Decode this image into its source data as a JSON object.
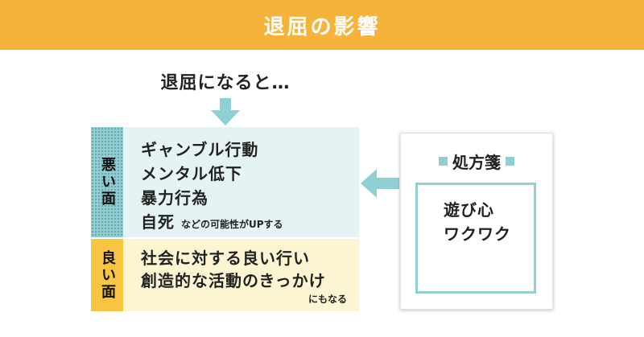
{
  "header": {
    "title": "退屈の影響"
  },
  "intro": {
    "text": "退屈になると…"
  },
  "bad": {
    "label": "悪い面",
    "items": [
      "ギャンブル行動",
      "メンタル低下",
      "暴力行為",
      "自死"
    ],
    "note": "などの可能性がUPする"
  },
  "good": {
    "label": "良い面",
    "items": [
      "社会に対する良い行い",
      "創造的な活動のきっかけ"
    ],
    "note": "にもなる"
  },
  "remedy": {
    "title": "処方箋",
    "items": [
      "遊び心",
      "ワクワク"
    ]
  },
  "colors": {
    "header": "#f6b33b",
    "teal": "#8fd0d4",
    "bad_panel": "#e6f3f5",
    "good_label": "#f7c542",
    "good_panel": "#fdf5d2"
  },
  "icons": {
    "down_arrow": "arrow-down-icon",
    "left_arrow": "arrow-left-icon",
    "title_marker": "square-icon"
  }
}
